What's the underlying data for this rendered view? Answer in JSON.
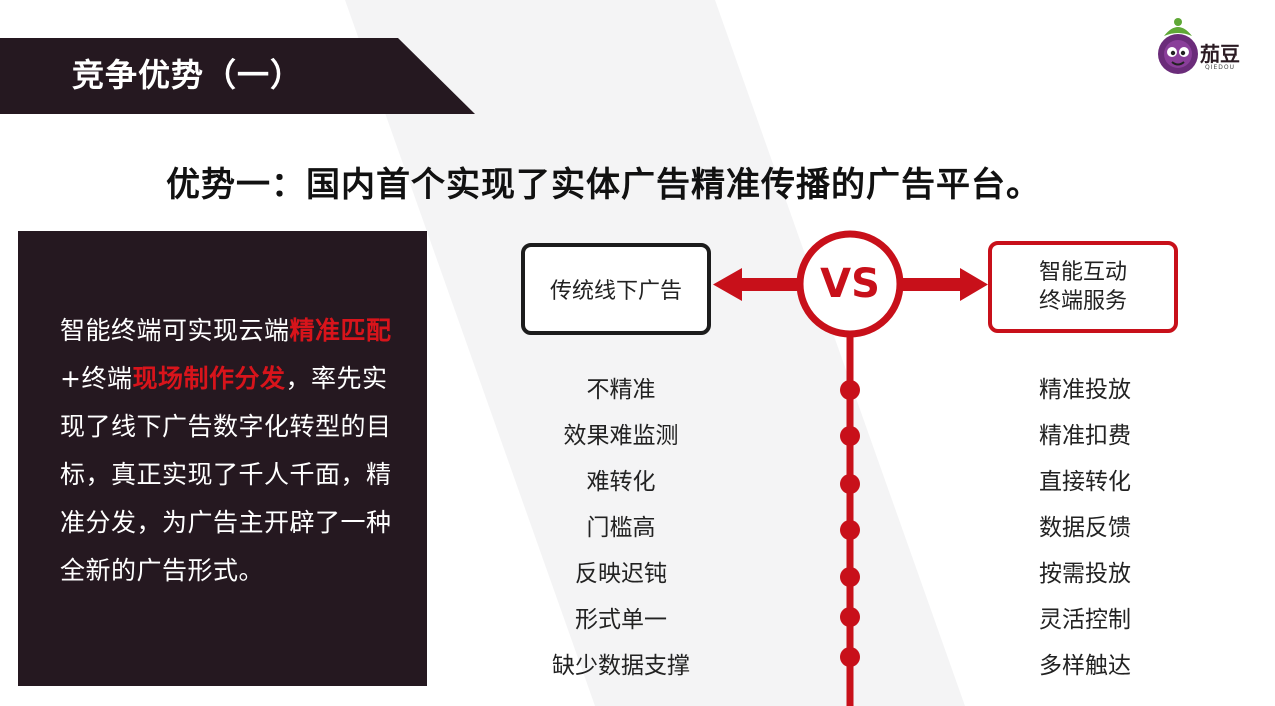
{
  "title": "竞争优势（一）",
  "logo": {
    "text": "茄豆",
    "sub": "QIEDOU"
  },
  "headline": "优势一：国内首个实现了实体广告精准传播的广告平台。",
  "panel": {
    "p1": "智能终端可实现云端",
    "h1": "精准匹配",
    "p2": "+终端",
    "h2": "现场制作分发",
    "p3": "，率先实现了线下广告数字化转型的目标，真正实现了千人千面，精准分发，为广告主开辟了一种全新的广告形式。"
  },
  "comparison": {
    "vs_label": "VS",
    "left_title": "传统线下广告",
    "right_title_line1": "智能互动",
    "right_title_line2": "终端服务",
    "left_items": [
      "不精准",
      "效果难监测",
      "难转化",
      "门槛高",
      "反映迟钝",
      "形式单一",
      "缺少数据支撑"
    ],
    "right_items": [
      "精准投放",
      "精准扣费",
      "直接转化",
      "数据反馈",
      "按需投放",
      "灵活控制",
      "多样触达"
    ]
  },
  "colors": {
    "accent": "#c8101a",
    "dark": "#251820"
  }
}
